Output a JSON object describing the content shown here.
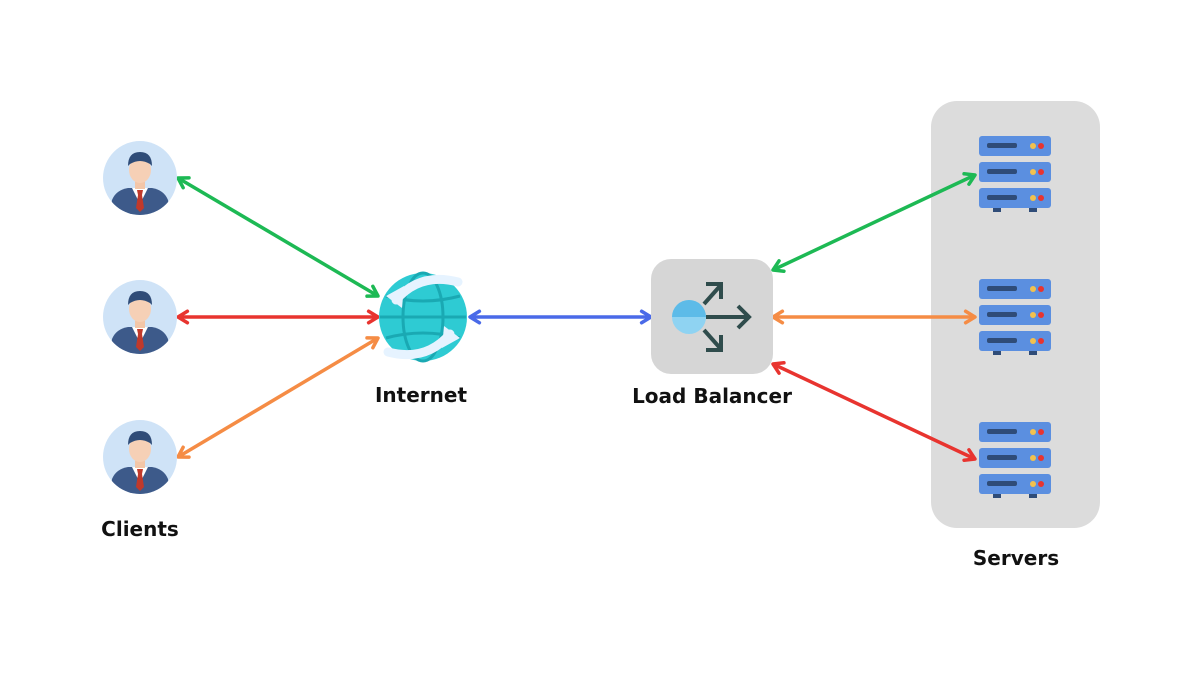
{
  "labels": {
    "clients": "Clients",
    "internet": "Internet",
    "load_balancer": "Load Balancer",
    "servers": "Servers"
  },
  "nodes": {
    "clients": [
      {
        "icon": "client-avatar-icon"
      },
      {
        "icon": "client-avatar-icon"
      },
      {
        "icon": "client-avatar-icon"
      }
    ],
    "internet": {
      "icon": "globe-sync-icon"
    },
    "load_balancer": {
      "icon": "load-balancer-icon"
    },
    "servers": [
      {
        "icon": "server-rack-icon"
      },
      {
        "icon": "server-rack-icon"
      },
      {
        "icon": "server-rack-icon"
      }
    ]
  },
  "connections": [
    {
      "from": "client-1",
      "to": "internet",
      "color": "#1db954",
      "bidirectional": true
    },
    {
      "from": "client-2",
      "to": "internet",
      "color": "#e8342f",
      "bidirectional": true
    },
    {
      "from": "client-3",
      "to": "internet",
      "color": "#f58c45",
      "bidirectional": true
    },
    {
      "from": "internet",
      "to": "load-balancer",
      "color": "#4a6ae8",
      "bidirectional": true
    },
    {
      "from": "load-balancer",
      "to": "server-1",
      "color": "#1db954",
      "bidirectional": true
    },
    {
      "from": "load-balancer",
      "to": "server-2",
      "color": "#f58c45",
      "bidirectional": true
    },
    {
      "from": "load-balancer",
      "to": "server-3",
      "color": "#e8342f",
      "bidirectional": true
    }
  ],
  "colors": {
    "green": "#1db954",
    "red": "#e8342f",
    "orange": "#f58c45",
    "blue": "#4a6ae8",
    "avatar_bg": "#cfe3f7",
    "globe": "#2ecbd3",
    "lb_box": "#d6d6d6",
    "server_panel": "#dcdcdc",
    "server_body": "#5b8fe0"
  }
}
